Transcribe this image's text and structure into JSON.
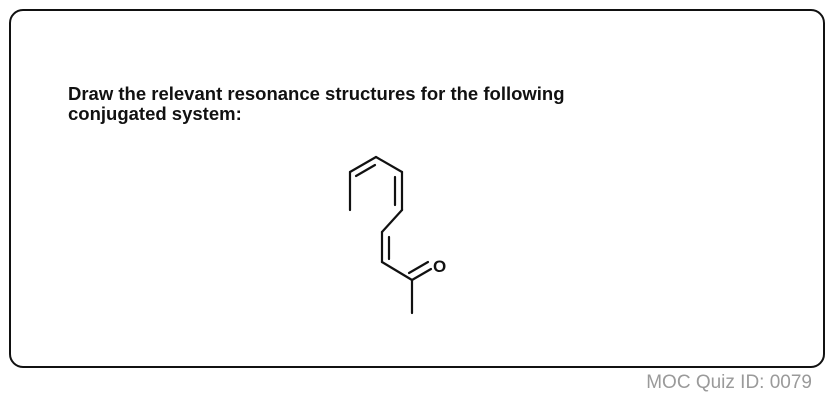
{
  "question": {
    "line1": "Draw the relevant resonance structures for the following",
    "line2": "conjugated system:"
  },
  "molecule": {
    "oxygen_label": "O"
  },
  "footer": {
    "quiz_id": "MOC Quiz ID: 0079"
  }
}
